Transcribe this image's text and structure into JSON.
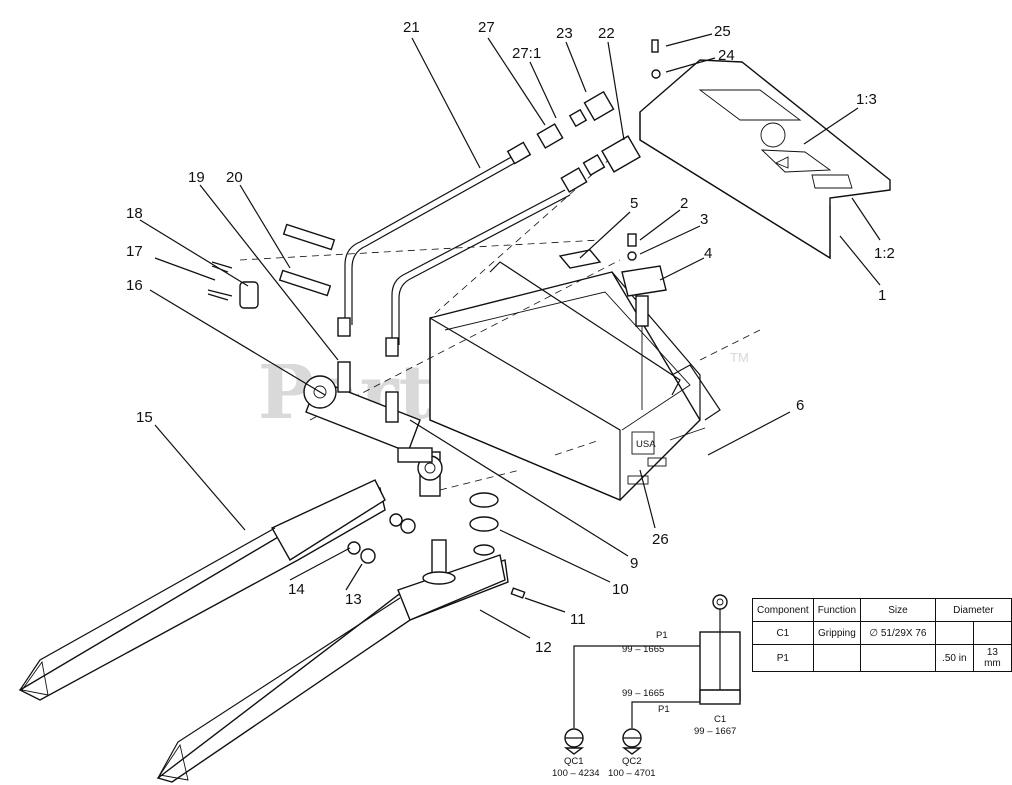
{
  "watermark": {
    "text": "PartsTree",
    "trademark": "TM"
  },
  "callouts": {
    "c1": "1",
    "c1_2": "1:2",
    "c1_3": "1:3",
    "c2": "2",
    "c3": "3",
    "c4": "4",
    "c5": "5",
    "c6": "6",
    "c9": "9",
    "c10": "10",
    "c11": "11",
    "c12": "12",
    "c13": "13",
    "c14": "14",
    "c15": "15",
    "c16": "16",
    "c17": "17",
    "c18": "18",
    "c19": "19",
    "c20": "20",
    "c21": "21",
    "c22": "22",
    "c23": "23",
    "c24": "24",
    "c25": "25",
    "c26": "26",
    "c27": "27",
    "c27_1": "27:1"
  },
  "decal_text": "USA",
  "schematic": {
    "p1_top": "P1",
    "part_top": "99 – 1665",
    "part_bottom": "99 – 1665",
    "p1_bottom": "P1",
    "c1_label": "C1",
    "c1_part": "99 – 1667",
    "qc1_label": "QC1",
    "qc1_part": "100 – 4234",
    "qc2_label": "QC2",
    "qc2_part": "100 – 4701"
  },
  "table": {
    "headers": [
      "Component",
      "Function",
      "Size",
      "Diameter"
    ],
    "rows": [
      {
        "component": "C1",
        "function": "Gripping",
        "size": "∅ 51/29X 76",
        "dia1": "",
        "dia2": ""
      },
      {
        "component": "P1",
        "function": "",
        "size": "",
        "dia1": ".50 in",
        "dia2": "13 mm"
      }
    ]
  }
}
